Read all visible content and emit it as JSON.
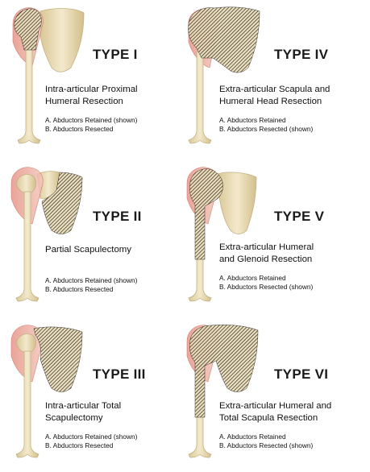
{
  "panels": [
    {
      "type": "TYPE I",
      "title_lines": [
        "Intra-articular Proximal",
        "Humeral Resection"
      ],
      "options": [
        "A.  Abductors Retained (shown)",
        "B.  Abductors Resected"
      ],
      "resected": [
        "humeral-head"
      ]
    },
    {
      "type": "TYPE IV",
      "title_lines": [
        "Extra-articular Scapula and",
        "Humeral Head Resection"
      ],
      "options": [
        "A.  Abductors Retained",
        "B.  Abductors Resected (shown)"
      ],
      "resected": [
        "scapula",
        "humeral-head"
      ]
    },
    {
      "type": "TYPE II",
      "title_lines": [
        "Partial Scapulectomy"
      ],
      "options": [
        "A.  Abductors Retained (shown)",
        "B.  Abductors Resected"
      ],
      "resected": [
        "scapula-partial"
      ]
    },
    {
      "type": "TYPE V",
      "title_lines": [
        "Extra-articular Humeral",
        "and Glenoid Resection"
      ],
      "options": [
        "A.  Abductors Retained",
        "B.  Abductors Resected (shown)"
      ],
      "resected": [
        "humerus-long",
        "glenoid"
      ]
    },
    {
      "type": "TYPE III",
      "title_lines": [
        "Intra-articular Total",
        "Scapulectomy"
      ],
      "options": [
        "A.  Abductors Retained (shown)",
        "B.  Abductors Resected"
      ],
      "resected": [
        "scapula"
      ]
    },
    {
      "type": "TYPE VI",
      "title_lines": [
        "Extra-articular Humeral and",
        "Total Scapula Resection"
      ],
      "options": [
        "A.  Abductors Retained",
        "B.  Abductors Resected (shown)"
      ],
      "resected": [
        "scapula",
        "humerus-long"
      ]
    }
  ],
  "colors": {
    "bone": "#e9dcb8",
    "bone_shade": "#cdbb8c",
    "muscle": "#e8a59a",
    "muscle_line": "#c97060",
    "hatch": "#2a2620"
  }
}
